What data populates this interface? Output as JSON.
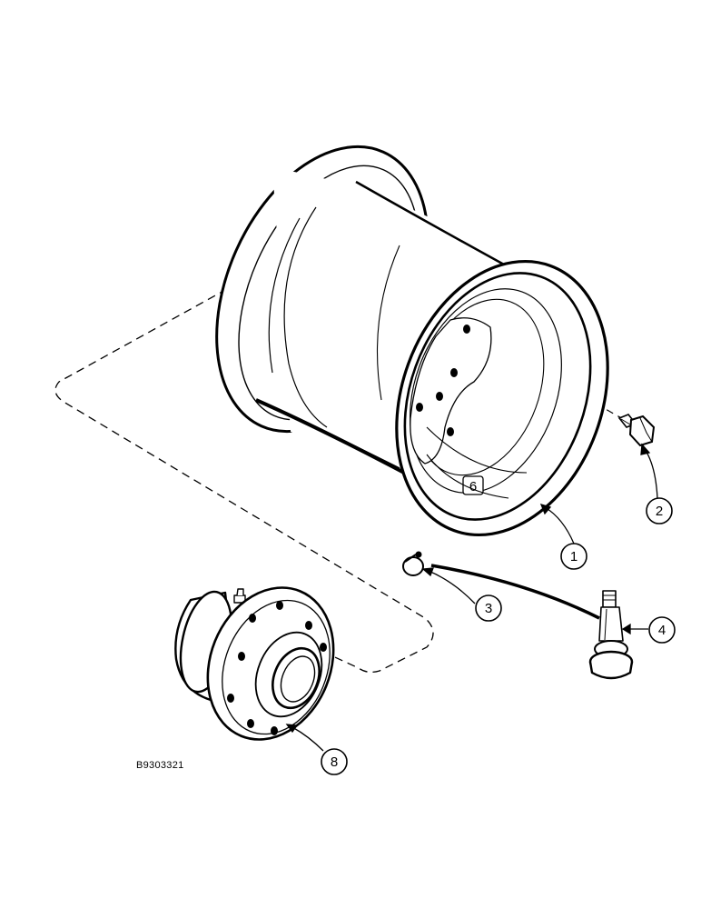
{
  "figure_id": "B9303321",
  "callouts": [
    {
      "number": "1",
      "part": "wheel-rim"
    },
    {
      "number": "2",
      "part": "wheel-bolt"
    },
    {
      "number": "3",
      "part": "valve-cap"
    },
    {
      "number": "4",
      "part": "valve-stem"
    },
    {
      "number": "8",
      "part": "wheel-hub"
    }
  ],
  "rim_marking": "6"
}
